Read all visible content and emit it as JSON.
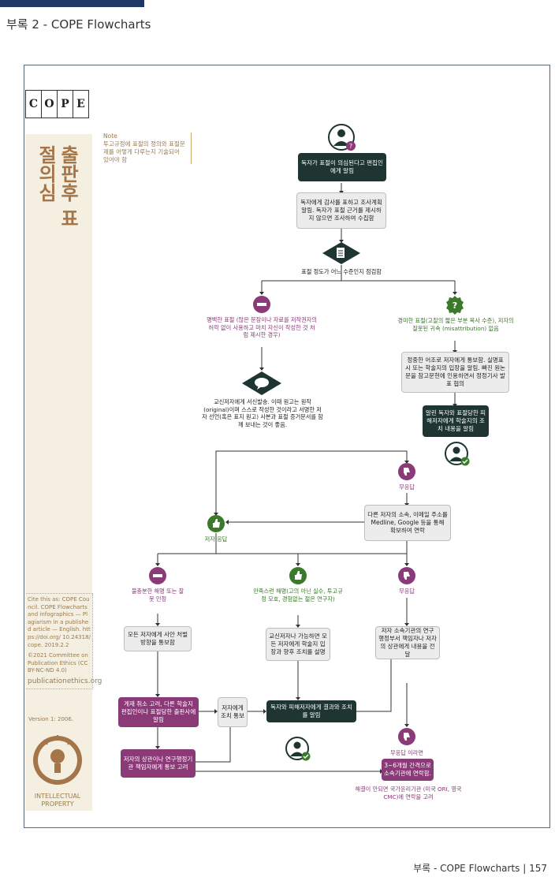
{
  "header": {
    "title": "부록 2 - COPE Flowcharts"
  },
  "logo": {
    "letters": [
      "C",
      "O",
      "P",
      "E"
    ]
  },
  "sidebar": {
    "title": "출판후 표절의심",
    "note_heading": "Note",
    "note_text": "투고규정에 표절의 정의와 표절문제를 어떻게 다루는지 기술되어 있어야 함",
    "cite": "Cite this as: COPE Council. COPE Flowcharts and infographics — Plagiarism in a published article — English. https://doi.org/ 10.24318/cope. 2019.2.2",
    "copyright": "©2021 Committee on Publication Ethics (CC BY-NC-ND 4.0)",
    "site": "publicationethics.org",
    "version": "Version 1: 2006.",
    "ip_label": "INTELLECTUAL PROPERTY"
  },
  "flow": {
    "n1": "독자가 표절이 의심된다고 편집인에게 알림",
    "n2": "독자에게 감사를 표하고 조사계획 알림. 독자가 표절 근거를 제시하지 않으면 조사하여 수집함",
    "n3": "표절 정도가 어느 수준인지 점검함",
    "n4": "명백한 표절 (많은 문장이나 자료를 저작권자의 허락 없이 사용하고 마치 자신이 작성한 것 처럼 제시한 경우)",
    "n5": "경미한 표절(고찰의 짧은 부분 복사 수준), 저자의 잘못된 귀속 (misattribution) 없음",
    "n6": "정중한 어조로 저자에게 통보함. 실명표시 또는 학술지의 입장을 알림. 빠진 원논문을 참고문헌에 인용하면서 정정기사 발표 협의",
    "n7": "알린 독자와 표절당한 피해저자에게 학술지의 조치 내용을 알림",
    "n8": "교신저자에게 서신발송. 이때 원고는 원작(original)이며 스스로 작성한 것이라고 서명한 저자 선언(혹은 표지 원고) 사본과 표절 증거문서를 함께 보내는 것이 좋음.",
    "n9": "무응답",
    "n10": "다른 저자의 소속, 이메일 주소를 Medline, Google 등을 통해 확보하여 연락",
    "n11": "저자 응답",
    "n12": "불충분한 해명 또는 잘못 인정",
    "n13": "만족스런 해명(고의 아닌 실수, 투고규정 모호, 경험없는 젊은 연구자)",
    "n14": "무응답",
    "n15": "모든 저자에게 사안 처벌방향을 통보함",
    "n16": "교신저자나 가능하면 모든 저자에게 학술지 입장과 향후 조치를 설명",
    "n17": "저자 소속기관의 연구 행정부서 책임자나 저자의 상관에게 내용을 전달",
    "n18": "게재 취소 고려, 다른 학술지 편집인이나 표절당한 출판사에 알림",
    "n19": "저자에게 조치 통보",
    "n20": "독자와 피해저자에게 결과와 조치를 알림",
    "n21": "저자의 상관이나 연구행정기관 책임자에게 통보 고려",
    "n22": "무응답 이라면",
    "n23": "3~6개월 간격으로 소속기관에 연락함.",
    "n24": "해결이 안되면 국가윤리기관 (미국 ORI, 영국 CMC)에 연락을 고려"
  },
  "footer": {
    "text": "부록 - COPE Flowcharts | 157"
  }
}
